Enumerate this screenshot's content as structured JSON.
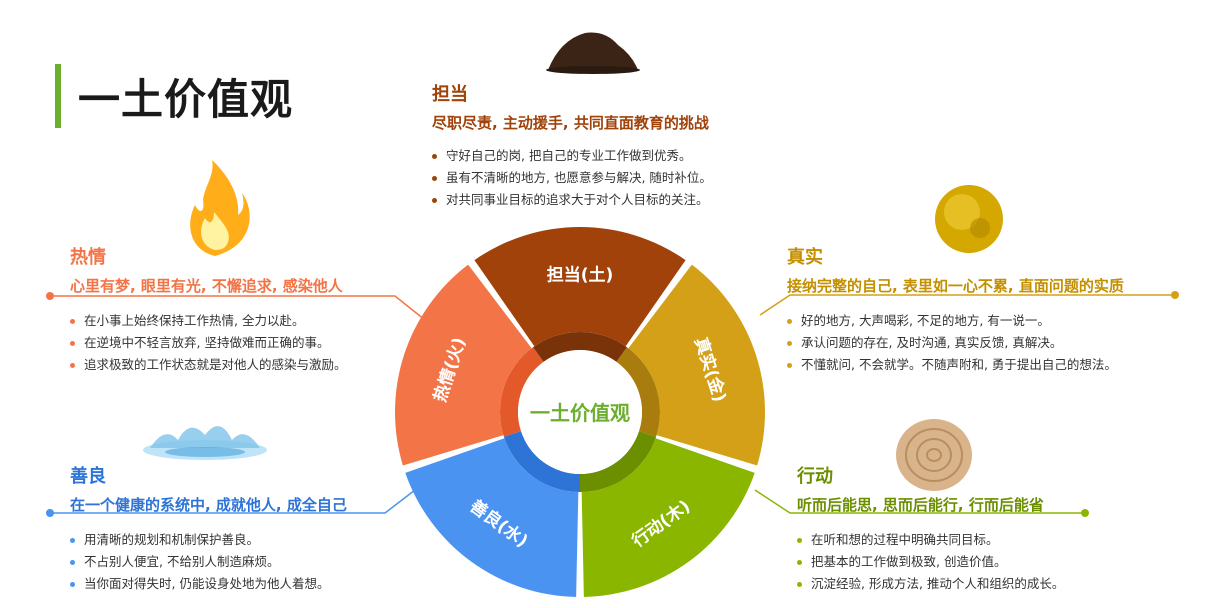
{
  "title": "一土价值观",
  "center_label": "一土价值观",
  "colors": {
    "accent_green": "#6cae2f",
    "earth": "#a0420a",
    "metal": "#d4a017",
    "wood": "#8ab600",
    "water": "#4a93f0",
    "fire": "#f37547"
  },
  "segments": [
    {
      "label": "担当(土)"
    },
    {
      "label": "真实(金)"
    },
    {
      "label": "行动(木)"
    },
    {
      "label": "善良(水)"
    },
    {
      "label": "热情(火)"
    }
  ],
  "sections": {
    "dandang": {
      "name": "担当",
      "subtitle": "尽职尽责, 主动援手, 共同直面教育的挑战",
      "icon": "soil-pile-icon",
      "bullets": [
        "守好自己的岗, 把自己的专业工作做到优秀。",
        "虽有不清晰的地方, 也愿意参与解决, 随时补位。",
        "对共同事业目标的追求大于对个人目标的关注。"
      ]
    },
    "reqing": {
      "name": "热情",
      "subtitle": "心里有梦, 眼里有光, 不懈追求, 感染他人",
      "icon": "flame-icon",
      "bullets": [
        "在小事上始终保持工作热情, 全力以赴。",
        "在逆境中不轻言放弃, 坚持做难而正确的事。",
        "追求极致的工作状态就是对他人的感染与激励。"
      ]
    },
    "zhenshi": {
      "name": "真实",
      "subtitle": "接纳完整的自己, 表里如一心不累, 直面问题的实质",
      "icon": "gold-disc-icon",
      "bullets": [
        "好的地方, 大声喝彩, 不足的地方, 有一说一。",
        "承认问题的存在, 及时沟通, 真实反馈, 真解决。",
        "不懂就问, 不会就学。不随声附和, 勇于提出自己的想法。"
      ]
    },
    "shanliang": {
      "name": "善良",
      "subtitle": "在一个健康的系统中, 成就他人, 成全自己",
      "icon": "water-splash-icon",
      "bullets": [
        "用清晰的规划和机制保护善良。",
        "不占别人便宜, 不给别人制造麻烦。",
        "当你面对得失时, 仍能设身处地为他人着想。"
      ]
    },
    "xingdong": {
      "name": "行动",
      "subtitle": "听而后能思, 思而后能行, 行而后能省",
      "icon": "wood-slice-icon",
      "bullets": [
        "在听和想的过程中明确共同目标。",
        "把基本的工作做到极致, 创造价值。",
        "沉淀经验, 形成方法, 推动个人和组织的成长。"
      ]
    }
  }
}
